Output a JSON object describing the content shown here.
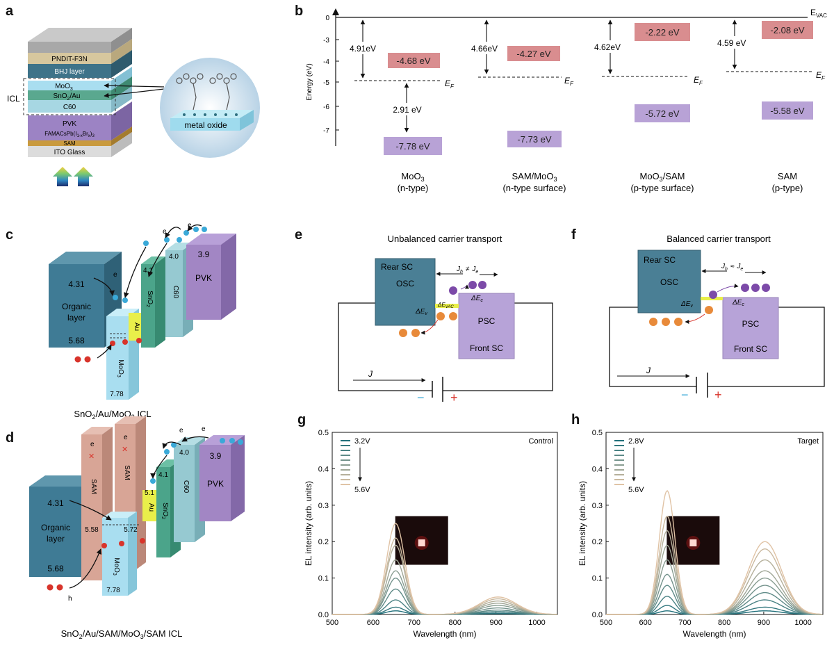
{
  "panels": {
    "a": {
      "letter": "a",
      "layers": [
        "PNDIT-F3N",
        "BHJ layer",
        "MoO",
        "SnO",
        "/Au",
        "C60",
        "PVK",
        "FAMACsPb(I",
        "Br",
        ")",
        "SAM",
        "ITO Glass"
      ],
      "layer_subs": {
        "moo": "3",
        "sno": "2",
        "i": "1-x",
        "br": "x",
        "end": "3"
      },
      "icl": "ICL",
      "inset": "metal oxide"
    },
    "b": {
      "letter": "b",
      "evac": "E",
      "evac_sub": "VAC",
      "ylabel": "Energy (eV)",
      "yticks": [
        "0",
        "-3",
        "-4",
        "-5",
        "-6",
        "-7"
      ],
      "ef": "E",
      "ef_sub": "F",
      "columns": [
        {
          "wf": "4.91eV",
          "top": "-4.68 eV",
          "bottom": "-7.78 eV",
          "gap": "2.91 eV",
          "name": "MoO",
          "name_sub": "3",
          "name_tail": "",
          "desc": "(n-type)"
        },
        {
          "wf": "4.66eV",
          "top": "-4.27 eV",
          "bottom": "-7.73 eV",
          "name": "SAM/MoO",
          "name_sub": "3",
          "name_tail": "",
          "desc": "(n-type surface)"
        },
        {
          "wf": "4.62eV",
          "top": "-2.22 eV",
          "bottom": "-5.72 eV",
          "name": "MoO",
          "name_sub": "3",
          "name_tail": "/SAM",
          "desc": "(p-type surface)"
        },
        {
          "wf": "4.59 eV",
          "top": "-2.08 eV",
          "bottom": "-5.58 eV",
          "name": "SAM",
          "name_sub": "",
          "name_tail": "",
          "desc": "(p-type)"
        }
      ]
    },
    "c": {
      "letter": "c",
      "organic": "4.31",
      "organic_label1": "Organic",
      "organic_label2": "layer",
      "homo": "5.68",
      "moo3_bottom": "7.78",
      "sno2": "4.1",
      "c60": "4.0",
      "pvk_val": "3.9",
      "pvk": "PVK",
      "au": "Au",
      "moo3": "MoO",
      "sno2_label": "SnO",
      "c60_label": "C60",
      "e_minus": "e",
      "caption": "SnO",
      "caption_tail": "/Au/MoO",
      "caption_end": " ICL"
    },
    "d": {
      "letter": "d",
      "organic": "4.31",
      "organic_label1": "Organic",
      "organic_label2": "layer",
      "homo": "5.68",
      "sam1": "5.58",
      "sam2": "5.72",
      "moo3_bottom": "7.78",
      "au_val": "5.1",
      "sno2": "4.1",
      "c60": "4.0",
      "pvk_val": "3.9",
      "pvk": "PVK",
      "sam": "SAM",
      "au": "Au",
      "moo3": "MoO",
      "sno2_label": "SnO",
      "c60_label": "C60",
      "hplus": "h",
      "e_minus": "e",
      "caption": "SnO",
      "caption_tail": "/Au/SAM/MoO",
      "caption_end": "/SAM ICL"
    },
    "e": {
      "letter": "e",
      "title": "Unbalanced carrier transport",
      "rear": "Rear SC",
      "osc": "OSC",
      "psc": "PSC",
      "front": "Front SC",
      "jh": "J",
      "jh_sub": "h",
      "relation": "≠",
      "je": "J",
      "je_sub": "e",
      "dev": "ΔE",
      "dev_sub": "v",
      "dec": "ΔE",
      "dec_sub": "c",
      "dvac": "ΔE",
      "dvac_sub": "VAC",
      "j": "J",
      "minus": "−",
      "plus": "+"
    },
    "f": {
      "letter": "f",
      "title": "Balanced carrier transport",
      "rear": "Rear SC",
      "osc": "OSC",
      "psc": "PSC",
      "front": "Front SC",
      "jh": "J",
      "jh_sub": "h",
      "relation": "≈",
      "je": "J",
      "je_sub": "e",
      "dev": "ΔE",
      "dev_sub": "v",
      "dec": "ΔE",
      "dec_sub": "c",
      "j": "J",
      "minus": "−",
      "plus": "+"
    }
  },
  "chart_data": [
    {
      "type": "line",
      "panel": "g",
      "xlabel": "Wavelength (nm)",
      "ylabel": "EL intensity (arb. units)",
      "xlim": [
        500,
        1050
      ],
      "ylim": [
        0,
        0.5
      ],
      "xticks": [
        500,
        600,
        700,
        800,
        900,
        1000
      ],
      "yticks": [
        0.0,
        0.1,
        0.2,
        0.3,
        0.4,
        0.5
      ],
      "legend_top": "3.2V",
      "legend_bottom": "5.6V",
      "annotation": "Control",
      "series_count": 10,
      "peak1": {
        "center": 655,
        "width": 22,
        "amplitudes": [
          0.01,
          0.02,
          0.04,
          0.07,
          0.1,
          0.12,
          0.15,
          0.19,
          0.21,
          0.25
        ]
      },
      "peak2": {
        "center": 905,
        "width": 45,
        "amplitudes": [
          0.002,
          0.004,
          0.008,
          0.012,
          0.018,
          0.025,
          0.031,
          0.037,
          0.043,
          0.048
        ]
      }
    },
    {
      "type": "line",
      "panel": "h",
      "xlabel": "Wavelength (nm)",
      "ylabel": "EL intensity (arb. units)",
      "xlim": [
        500,
        1050
      ],
      "ylim": [
        0,
        0.5
      ],
      "xticks": [
        500,
        600,
        700,
        800,
        900,
        1000
      ],
      "yticks": [
        0.0,
        0.1,
        0.2,
        0.3,
        0.4,
        0.5
      ],
      "legend_top": "2.8V",
      "legend_bottom": "5.6V",
      "annotation": "Target",
      "series_count": 10,
      "peak1": {
        "center": 655,
        "width": 20,
        "amplitudes": [
          0.01,
          0.025,
          0.05,
          0.08,
          0.11,
          0.15,
          0.19,
          0.23,
          0.27,
          0.34
        ]
      },
      "peak2": {
        "center": 903,
        "width": 42,
        "amplitudes": [
          0.01,
          0.02,
          0.04,
          0.06,
          0.08,
          0.1,
          0.12,
          0.15,
          0.18,
          0.2
        ]
      }
    }
  ],
  "colors": {
    "red_box": "#d98d8f",
    "purple_box": "#b8a2d6",
    "osc": "#4a7f95",
    "psc": "#b7a3d8",
    "moo3": "#a9def0",
    "sam": "#d8a596",
    "organic": "#3f7b95",
    "sno2": "#4ba48a",
    "c60": "#96c9d1",
    "pvk": "#a286c4",
    "au": "#e9ef4a",
    "electron": "#3aa9d8",
    "hole": "#d8342b",
    "orange": "#e88a3a",
    "violet": "#7c4aa8"
  }
}
